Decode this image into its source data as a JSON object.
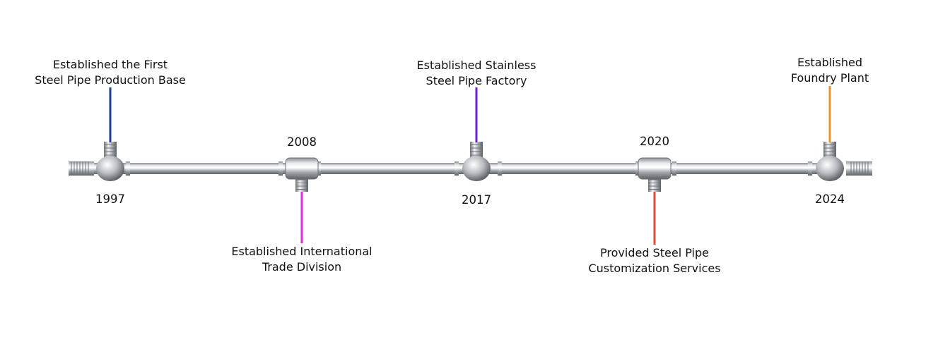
{
  "milestones": [
    {
      "year": "1997",
      "line1": "Established the First",
      "line2": "Steel Pipe Production Base",
      "color": "#1f3f8f"
    },
    {
      "year": "2008",
      "line1": "Established International",
      "line2": "Trade Division",
      "color": "#d62fd0"
    },
    {
      "year": "2017",
      "line1": "Established Stainless",
      "line2": "Steel Pipe Factory",
      "color": "#6a23cf"
    },
    {
      "year": "2020",
      "line1": "Provided Steel Pipe",
      "line2": "Customization Services",
      "color": "#e04a3a"
    },
    {
      "year": "2024",
      "line1": "Established",
      "line2": "Foundry Plant",
      "color": "#e8962a"
    }
  ]
}
